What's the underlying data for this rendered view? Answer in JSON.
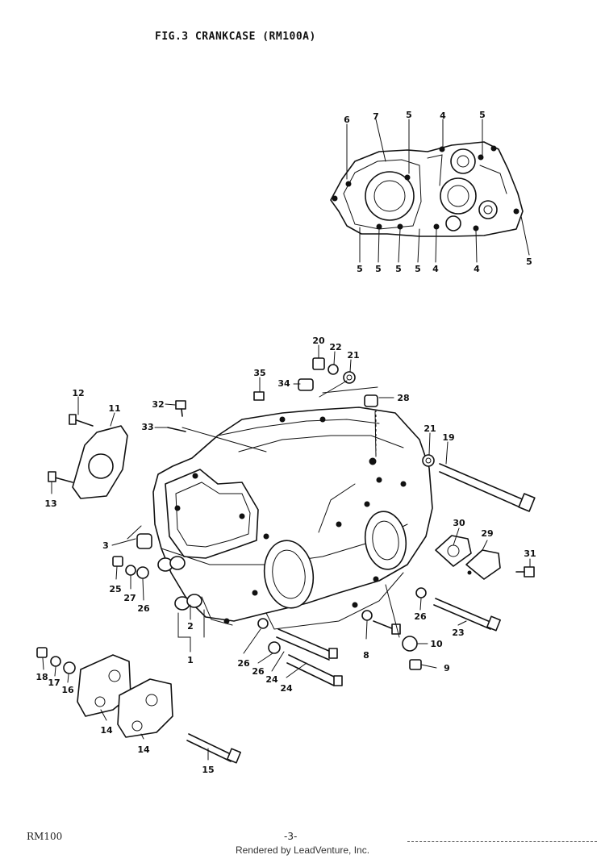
{
  "header": {
    "title": "FIG.3  CRANKCASE (RM100A)"
  },
  "footer": {
    "model": "RM100",
    "page": "-3-",
    "credit": "Rendered by LeadVenture, Inc."
  },
  "callouts": [
    {
      "label": "6"
    },
    {
      "label": "7"
    },
    {
      "label": "5"
    },
    {
      "label": "4"
    },
    {
      "label": "5"
    },
    {
      "label": "5"
    },
    {
      "label": "5"
    },
    {
      "label": "5"
    },
    {
      "label": "5"
    },
    {
      "label": "4"
    },
    {
      "label": "4"
    },
    {
      "label": "5"
    },
    {
      "label": "20"
    },
    {
      "label": "22"
    },
    {
      "label": "21"
    },
    {
      "label": "35"
    },
    {
      "label": "34"
    },
    {
      "label": "28"
    },
    {
      "label": "12"
    },
    {
      "label": "11"
    },
    {
      "label": "32"
    },
    {
      "label": "33"
    },
    {
      "label": "13"
    },
    {
      "label": "21"
    },
    {
      "label": "19"
    },
    {
      "label": "30"
    },
    {
      "label": "29"
    },
    {
      "label": "31"
    },
    {
      "label": "3"
    },
    {
      "label": "25"
    },
    {
      "label": "27"
    },
    {
      "label": "26"
    },
    {
      "label": "2"
    },
    {
      "label": "1"
    },
    {
      "label": "26"
    },
    {
      "label": "23"
    },
    {
      "label": "8"
    },
    {
      "label": "10"
    },
    {
      "label": "9"
    },
    {
      "label": "26"
    },
    {
      "label": "26"
    },
    {
      "label": "24"
    },
    {
      "label": "24"
    },
    {
      "label": "18"
    },
    {
      "label": "17"
    },
    {
      "label": "16"
    },
    {
      "label": "14"
    },
    {
      "label": "14"
    },
    {
      "label": "15"
    }
  ]
}
